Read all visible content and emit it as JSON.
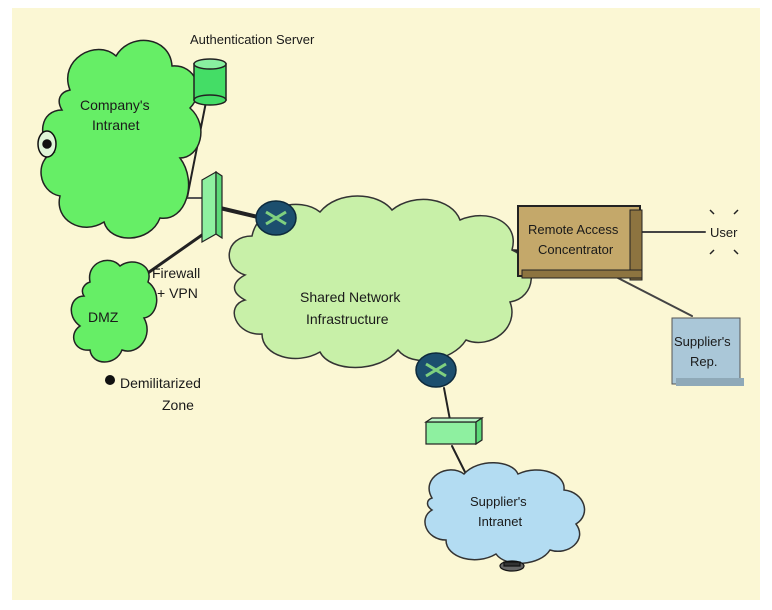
{
  "labels": {
    "auth_server": "Authentication Server",
    "company_intranet_line1": "Company's",
    "company_intranet_line2": "Intranet",
    "dmz": "DMZ",
    "firewall_line1": "Firewall",
    "firewall_line2": "+ VPN",
    "demilitarized_line1": "Demilitarized",
    "demilitarized_line2": "Zone",
    "shared_line1": "Shared Network",
    "shared_line2": "Infrastructure",
    "rac_line1": "Remote Access",
    "rac_line2": "Concentrator",
    "user": "User",
    "supplier_rep_line1": "Supplier's",
    "supplier_rep_line2": "Rep.",
    "supplier_intranet_line1": "Supplier's",
    "supplier_intranet_line2": "Intranet"
  },
  "colors": {
    "background": "#fbf7d4",
    "green_cloud": "#66ee66",
    "shared_cloud": "#c8f0a8",
    "supplier_cloud": "#b3dcf2",
    "router": "#1c4f6e",
    "rac_box": "#c4a86a",
    "rep_box": "#aac7d8",
    "device_green": "#8ef0a0"
  }
}
